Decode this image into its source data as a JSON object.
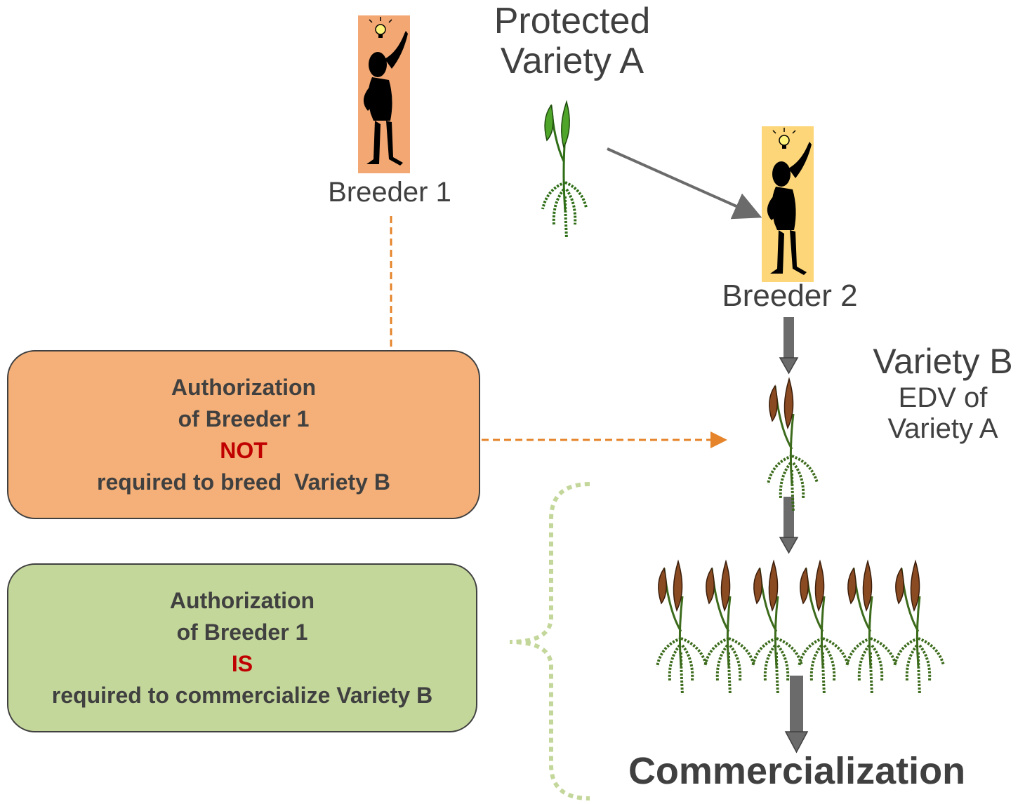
{
  "labels": {
    "protected_variety_line1": "Protected",
    "protected_variety_line2": "Variety A",
    "breeder1": "Breeder 1",
    "breeder2": "Breeder 2",
    "variety_b": "Variety B",
    "edv_line1": "EDV of",
    "edv_line2": "Variety A",
    "commercialization": "Commercialization"
  },
  "box_not": {
    "line1": "Authorization",
    "line2": "of Breeder 1",
    "emphasis": "NOT",
    "line4": "required to breed  Variety B"
  },
  "box_is": {
    "line1": "Authorization",
    "line2": "of Breeder 1",
    "emphasis": "IS",
    "line4": "required to commercialize Variety B"
  },
  "colors": {
    "breeder1_bg": "#f3a874",
    "breeder2_bg": "#fcd679",
    "box_not_bg": "#f4b078",
    "box_is_bg": "#c4d79b",
    "emphasis_red": "#c00000",
    "dashed_orange": "#e5842a",
    "dotted_green": "#c4d79b",
    "arrow_gray": "#6b6b6b",
    "plant_green": "#4fa52a",
    "plant_brown": "#8b4b22"
  }
}
